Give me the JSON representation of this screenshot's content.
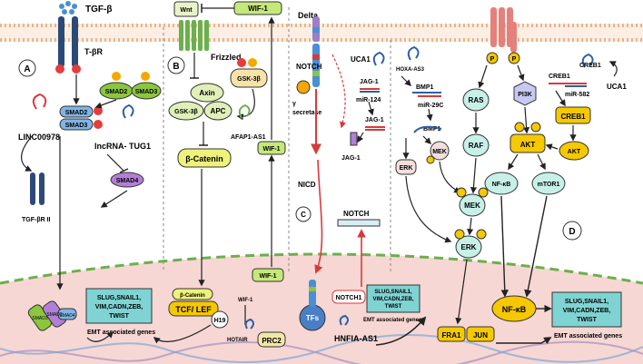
{
  "panels": {
    "A": {
      "letter": "A",
      "ligand": "TGF-β",
      "receptor": "T-βR",
      "smad2": "SMAD2",
      "smad3": "SMAD3",
      "smad4": "SMAD4",
      "lnc": "LINC00978",
      "tug1": "lncRNA- TUG1",
      "tgfbr2": "TGF-βR II",
      "emt_genes": [
        "SLUG,SNAIL1,",
        "VIM,CADN,ZEB,",
        "TWIST"
      ],
      "emt_label": "EMT associated genes",
      "complex_labels": [
        "SMAD3",
        "SMAD2",
        "SMAD4"
      ]
    },
    "B": {
      "letter": "B",
      "wnt": "Wnt",
      "wif1": "WIF-1",
      "frizzled": "Frizzled",
      "axin": "Axin",
      "gsk": "GSK-3β",
      "apc": "APC",
      "bcat": "β-Catenin",
      "afap": "AFAP1-AS1",
      "tcf_cap": "β-Catenin",
      "tcf": "TCF/ LEF",
      "h19": "H19",
      "hotair": "HOTAIR",
      "prc2": "PRC2"
    },
    "C": {
      "letter": "C",
      "delta": "Delta",
      "notch": "NOTCH",
      "gamma": [
        "γ",
        "secretase"
      ],
      "uca1": "UCA1",
      "jag1": "JAG-1",
      "mir124": "miR-124",
      "nicd": "NICD",
      "tfs": "TFs",
      "notch1": "NOTCH1",
      "hnfia": "HNFIA-AS1",
      "emt_genes": [
        "SLUG,SNAIL1,",
        "VIM,CADN,ZEB,",
        "TWIST"
      ],
      "emt_label": "EMT associated genes"
    },
    "D": {
      "letter": "D",
      "p": "P",
      "hoxa": "HOXA-AS3",
      "bmp1": "BMP1",
      "mir29c": "miR-29C",
      "ras": "RAS",
      "raf": "RAF",
      "mek": "MEK",
      "erk": "ERK",
      "pi3k": "PI3K",
      "akt": "AKT",
      "nfkb": "NF-κB",
      "mtor": "mTOR1",
      "creb": "CREB1",
      "mir582": "miR-582",
      "uca1": "UCA1",
      "fra1": "FRA1",
      "jun": "JUN",
      "emt_genes": [
        "SLUG,SNAIL1,",
        "VIM,CADN,ZEB,",
        "TWIST"
      ],
      "emt_label": "EMT associated genes"
    }
  },
  "colors": {
    "membrane": "#f3d3b6",
    "nucleus": "#f6d2cf",
    "smad_green": "#8cc63f",
    "smad_blue": "#7fb5e6",
    "smad4_purple": "#b27fd6",
    "gene_box": "#7fd3d3",
    "bcat_yellow": "#eef27a",
    "wif_green": "#c5e87a",
    "phos_orange": "#f6a800",
    "phos_red": "#e63c3c",
    "pathway_teal": "#c7f0e8",
    "arrow_red": "#d83a3a"
  }
}
